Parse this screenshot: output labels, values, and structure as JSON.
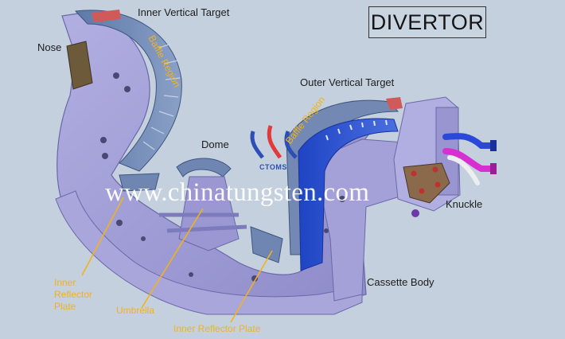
{
  "title": "DIVERTOR",
  "labels": {
    "nose": "Nose",
    "inner_vertical_target": "Inner Vertical Target",
    "baffle_region_left": "Baffle Region",
    "outer_vertical_target": "Outer Vertical Target",
    "baffle_region_right": "Baffle Region",
    "dome": "Dome",
    "knuckle": "Knuckle",
    "cassette_body": "Cassette Body",
    "inner_reflector_plate_left": [
      "Inner",
      "Reflector",
      "Plate"
    ],
    "umbrella": "Umbrella",
    "inner_reflector_plate_bottom": "Inner Reflector Plate"
  },
  "watermark": "www.chinatungsten.com",
  "logo": "CTOMS",
  "colors": {
    "background": "#c4d0de",
    "body": "#9d9ad4",
    "body_dark": "#7e7bbd",
    "target_tiles": "#6f86b2",
    "blue_target": "#2f55d0",
    "knuckle_bronze": "#8a6a4a",
    "pipe_blue": "#2b49d8",
    "pipe_magenta": "#d82fd2",
    "callout_yellow": "#f2b21c"
  }
}
